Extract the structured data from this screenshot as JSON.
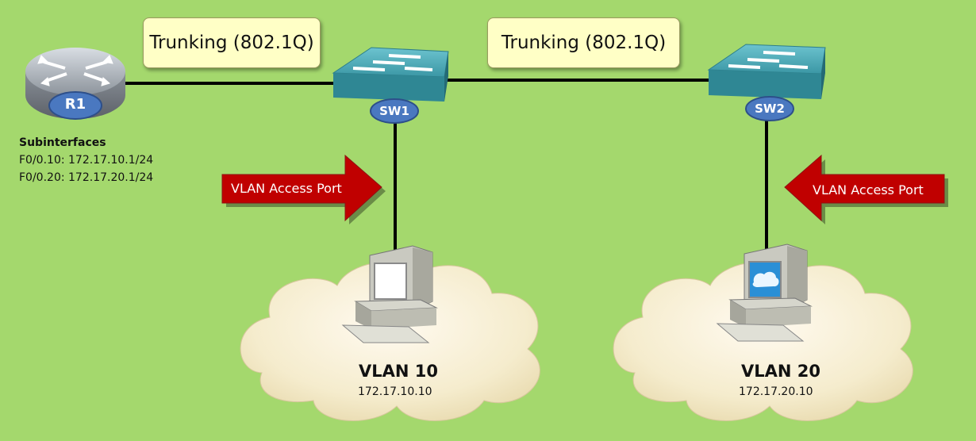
{
  "trunk_labels": [
    "Trunking (802.1Q)",
    "Trunking (802.1Q)"
  ],
  "router": {
    "label": "R1",
    "subinterfaces_title": "Subinterfaces",
    "subinterfaces": [
      "F0/0.10: 172.17.10.1/24",
      "F0/0.20: 172.17.20.1/24"
    ]
  },
  "switches": [
    "SW1",
    "SW2"
  ],
  "access_ports": [
    "VLAN Access Port",
    "VLAN Access Port"
  ],
  "vlans": [
    {
      "name": "VLAN 10",
      "ip": "172.17.10.10"
    },
    {
      "name": "VLAN 20",
      "ip": "172.17.20.10"
    }
  ],
  "colors": {
    "background": "#a4d86d",
    "label_fill": "#ffffc6",
    "arrow": "#c00000",
    "switch": "#3d9aa8",
    "router": "#9aa0a8",
    "badge": "#4a78c0",
    "cloud": "#f3e6c0"
  }
}
